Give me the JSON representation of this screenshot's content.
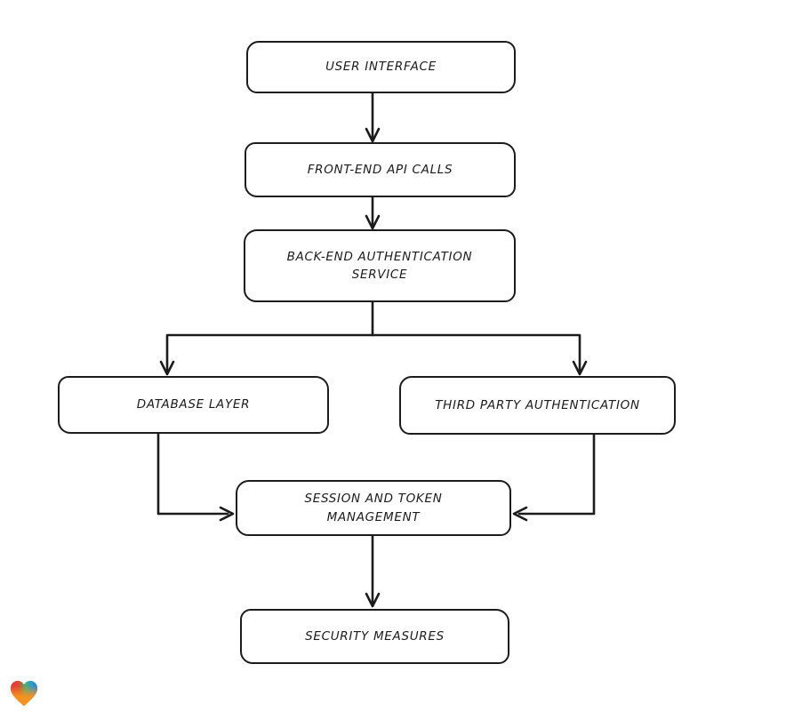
{
  "canvas": {
    "background_color": "#ffffff",
    "stroke_color": "#1c1c1c"
  },
  "diagram": {
    "type": "flowchart",
    "direction": "top-down",
    "nodes": [
      {
        "id": "user-interface",
        "label": "USER INTERFACE"
      },
      {
        "id": "front-end-api-calls",
        "label": "FRONT-END API CALLS"
      },
      {
        "id": "back-end-authentication-service",
        "label": "BACK-END AUTHENTICATION SERVICE"
      },
      {
        "id": "database-layer",
        "label": "DATABASE LAYER"
      },
      {
        "id": "third-party-authentication",
        "label": "THIRD PARTY AUTHENTICATION"
      },
      {
        "id": "session-and-token-management",
        "label": "SESSION AND TOKEN MANAGEMENT"
      },
      {
        "id": "security-measures",
        "label": "SECURITY MEASURES"
      }
    ],
    "edges": [
      {
        "from": "user-interface",
        "to": "front-end-api-calls"
      },
      {
        "from": "front-end-api-calls",
        "to": "back-end-authentication-service"
      },
      {
        "from": "back-end-authentication-service",
        "to": "database-layer"
      },
      {
        "from": "back-end-authentication-service",
        "to": "third-party-authentication"
      },
      {
        "from": "database-layer",
        "to": "session-and-token-management"
      },
      {
        "from": "third-party-authentication",
        "to": "session-and-token-management"
      },
      {
        "from": "session-and-token-management",
        "to": "security-measures"
      }
    ]
  },
  "branding": {
    "logo_icon": "heart-gradient-icon",
    "logo_colors": {
      "red": "#e5383b",
      "green": "#4caf6e",
      "blue": "#2d7dd2",
      "orange": "#f7941e"
    }
  }
}
